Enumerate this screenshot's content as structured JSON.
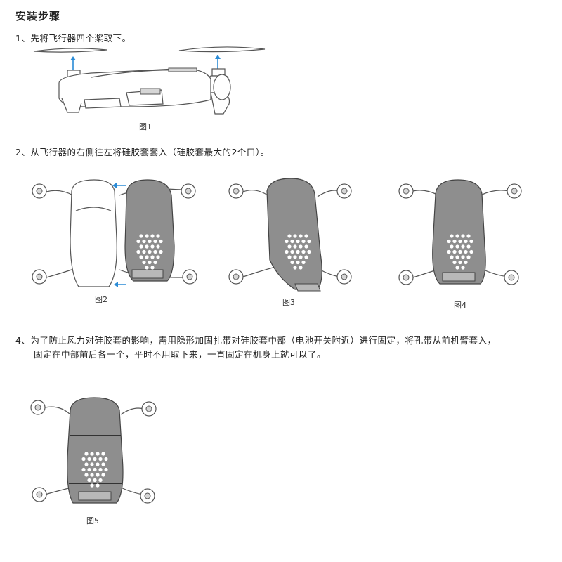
{
  "title": "安装步骤",
  "steps": {
    "s1": "1、先将飞行器四个桨取下。",
    "s2": "2、从飞行器的右侧往左将硅胶套套入（硅胶套最大的2个口）。",
    "s4a": "4、为了防止风力对硅胶套的影响，需用隐形加固扎带对硅胶套中部（电池开关附近）进行固定，将孔带从前机臂套入，",
    "s4b": "固定在中部前后各一个，平时不用取下来，一直固定在机身上就可以了。"
  },
  "captions": {
    "fig1": "图1",
    "fig2": "图2",
    "fig3": "图3",
    "fig4": "图4",
    "fig5": "图5"
  }
}
